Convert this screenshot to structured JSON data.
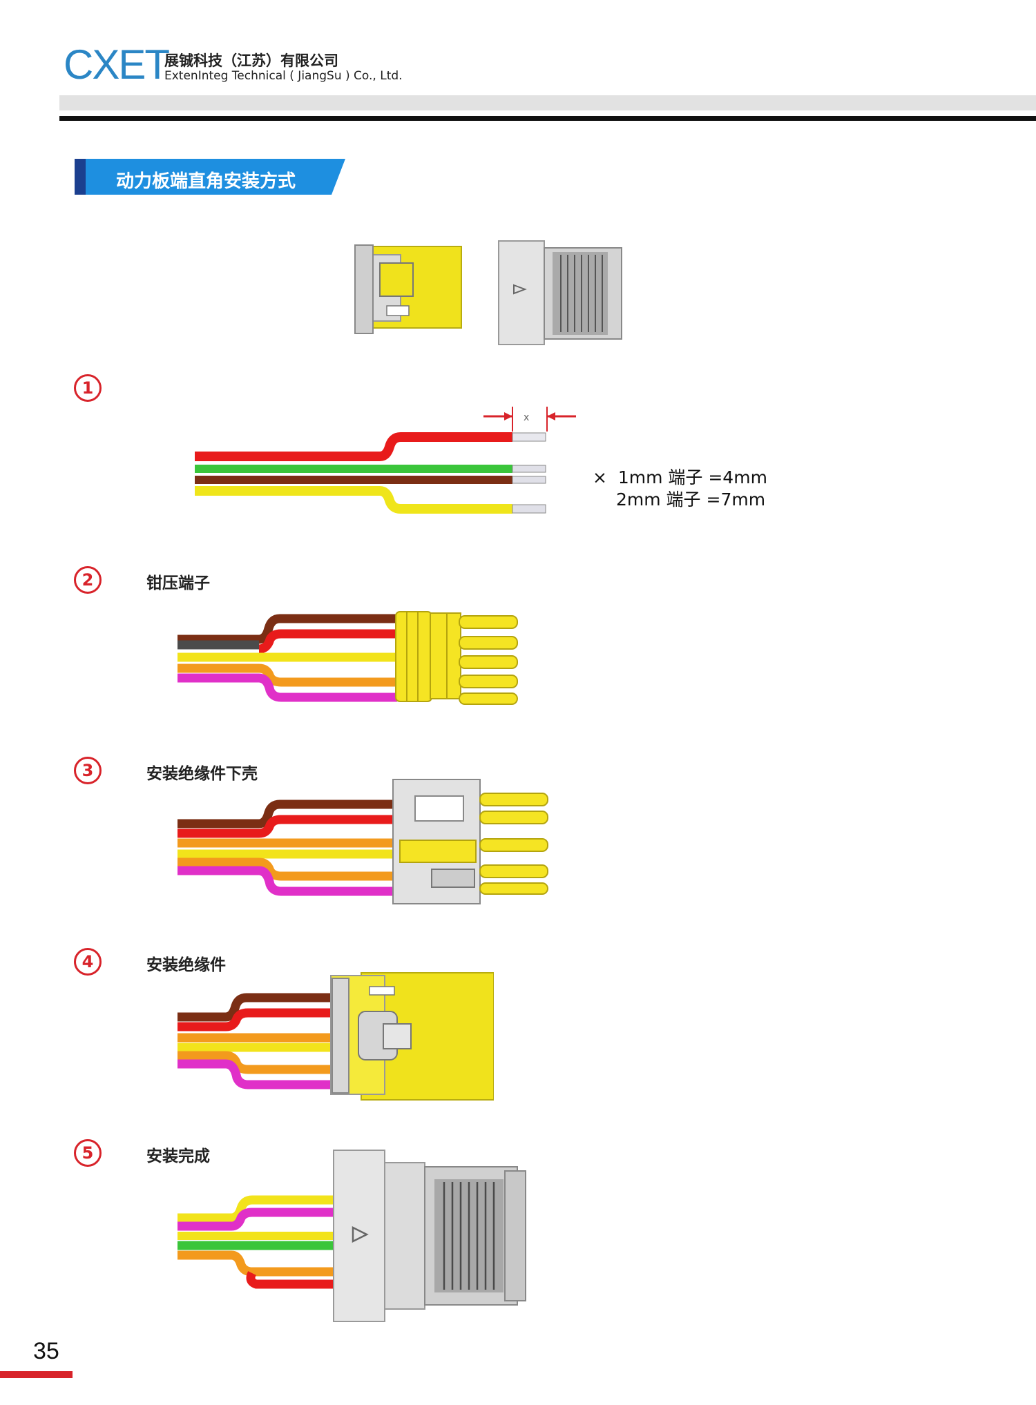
{
  "header": {
    "logo": "CXET",
    "company_cn": "展铖科技（江苏）有限公司",
    "company_en": "ExtenInteg Technical ( JiangSu ) Co., Ltd."
  },
  "section": {
    "title": "动力板端直角安装方式"
  },
  "steps": [
    {
      "num": "1",
      "label": ""
    },
    {
      "num": "2",
      "label": "钳压端子"
    },
    {
      "num": "3",
      "label": "安装绝缘件下壳"
    },
    {
      "num": "4",
      "label": "安装绝缘件"
    },
    {
      "num": "5",
      "label": "安装完成"
    }
  ],
  "note": {
    "symbol": "×",
    "line1": "1mm 端子 =4mm",
    "line2": "2mm 端子 =7mm"
  },
  "dimension_label": "x",
  "footer": {
    "page_number": "35"
  },
  "colors": {
    "brand_blue": "#2b86c5",
    "accent_red": "#d8232a",
    "title_blue": "#1e8fe0"
  }
}
